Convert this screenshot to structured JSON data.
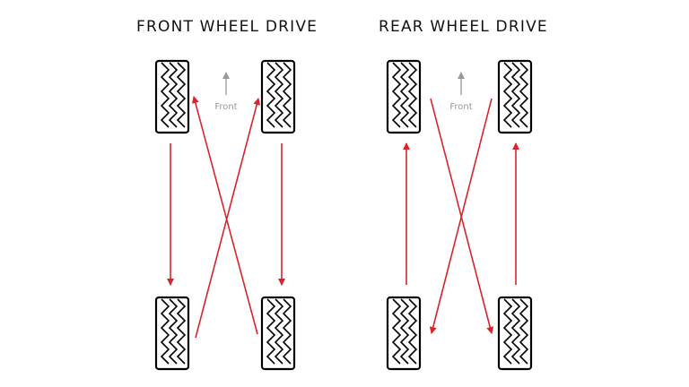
{
  "panels": [
    {
      "title": "FRONT WHEEL DRIVE",
      "front_label": "Front"
    },
    {
      "title": "REAR WHEEL DRIVE",
      "front_label": "Front"
    }
  ],
  "colors": {
    "arrow": "#d9252a",
    "tire": "#000000",
    "indicator": "#999999",
    "title": "#111111"
  },
  "icons": {
    "tire": "tire-tread-icon",
    "front_indicator": "up-arrow-icon"
  }
}
